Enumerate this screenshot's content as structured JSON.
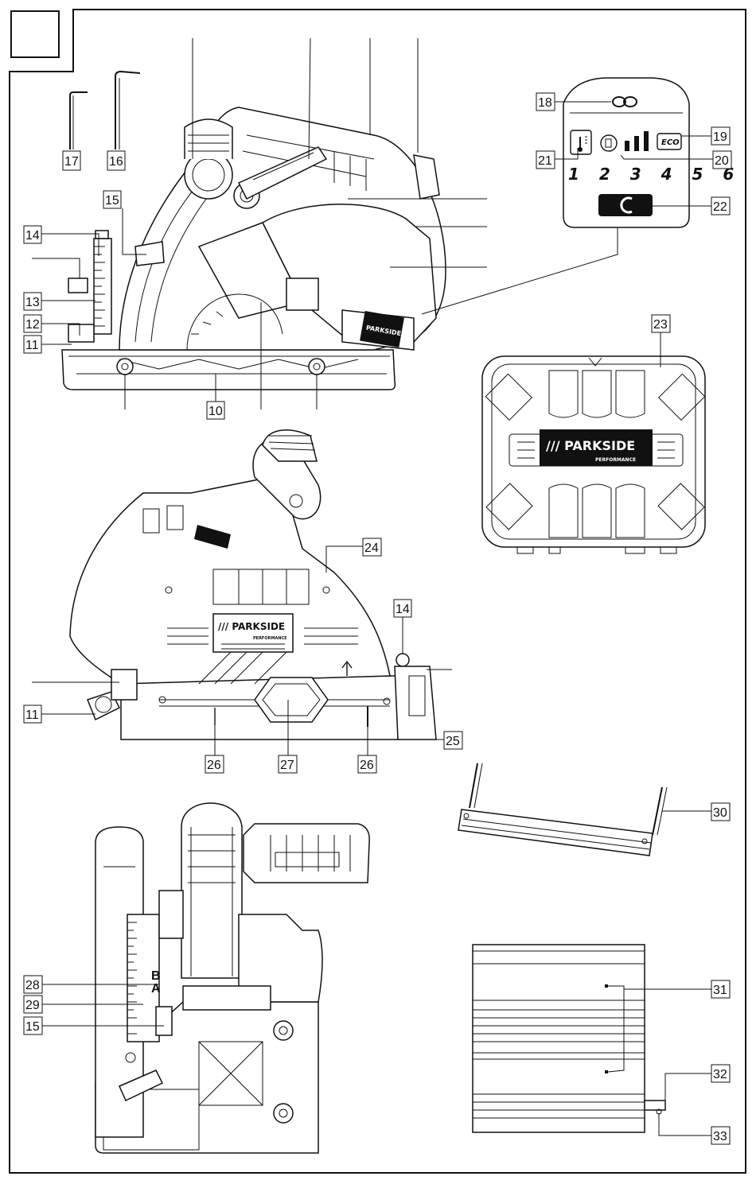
{
  "figure": {
    "letter": "",
    "callouts": {
      "c10": "10",
      "c11a": "11",
      "c11b": "11",
      "c12": "12",
      "c13": "13",
      "c14a": "14",
      "c14b": "14",
      "c15a": "15",
      "c15b": "15",
      "c16": "16",
      "c17": "17",
      "c18": "18",
      "c19": "19",
      "c20": "20",
      "c21": "21",
      "c22": "22",
      "c23": "23",
      "c24": "24",
      "c25": "25",
      "c26a": "26",
      "c26b": "26",
      "c27": "27",
      "c28": "28",
      "c29": "29",
      "c30": "30",
      "c31": "31",
      "c32": "32",
      "c33": "33"
    }
  },
  "panel": {
    "eco_label": "ECO",
    "speed_numbers": "1 2 3 4 5 6"
  },
  "branding": {
    "case_brand": "/// PARKSIDE",
    "case_sub": "PERFORMANCE",
    "saw_brand": "/// PARKSIDE",
    "saw_sub": "PERFORMANCE"
  },
  "scale": {
    "mark_b": "B",
    "mark_a": "A"
  }
}
